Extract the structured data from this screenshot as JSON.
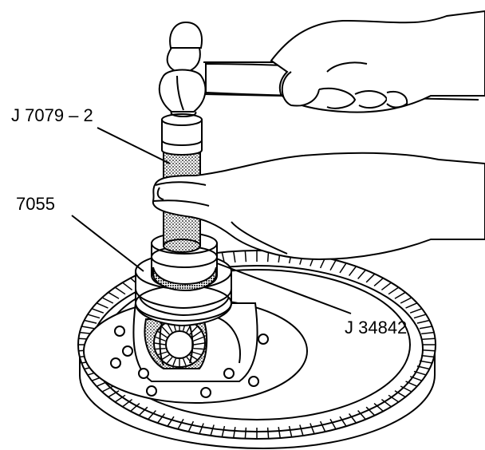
{
  "labels": {
    "tool_driver": "J 7079 – 2",
    "bearing": "7055",
    "installer": "J 34842"
  },
  "colors": {
    "ink": "#000000",
    "paper": "#ffffff",
    "stipple": "#8a8a8a"
  }
}
